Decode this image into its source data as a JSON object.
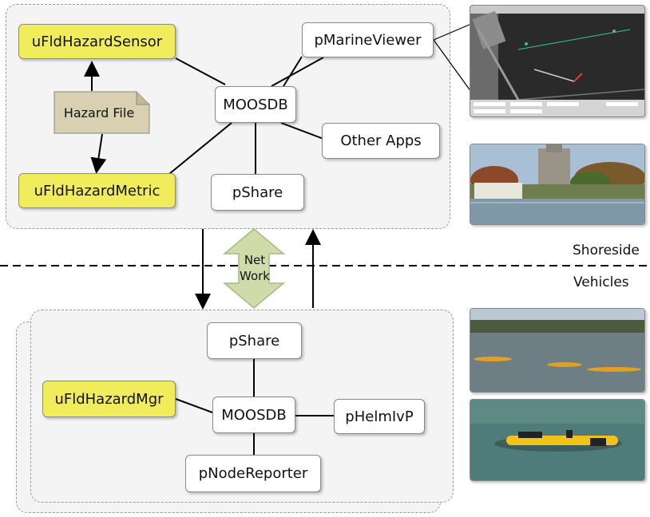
{
  "shoreside": {
    "hazard_sensor": "uFldHazardSensor",
    "hazard_file": "Hazard File",
    "hazard_metric": "uFldHazardMetric",
    "moosdb": "MOOSDB",
    "marine_viewer": "pMarineViewer",
    "other_apps": "Other Apps",
    "pshare": "pShare"
  },
  "network": {
    "line1": "Net",
    "line2": "Work"
  },
  "divider": {
    "top_label": "Shoreside",
    "bottom_label": "Vehicles"
  },
  "vehicle": {
    "pshare": "pShare",
    "hazard_mgr": "uFldHazardMgr",
    "moosdb": "MOOSDB",
    "helm": "pHelmIvP",
    "node_reporter": "pNodeReporter"
  },
  "colors": {
    "app_yellow": "#f1ec5c",
    "file_tan": "#d8d0b0",
    "network_arrow": "#cfdcaa"
  }
}
